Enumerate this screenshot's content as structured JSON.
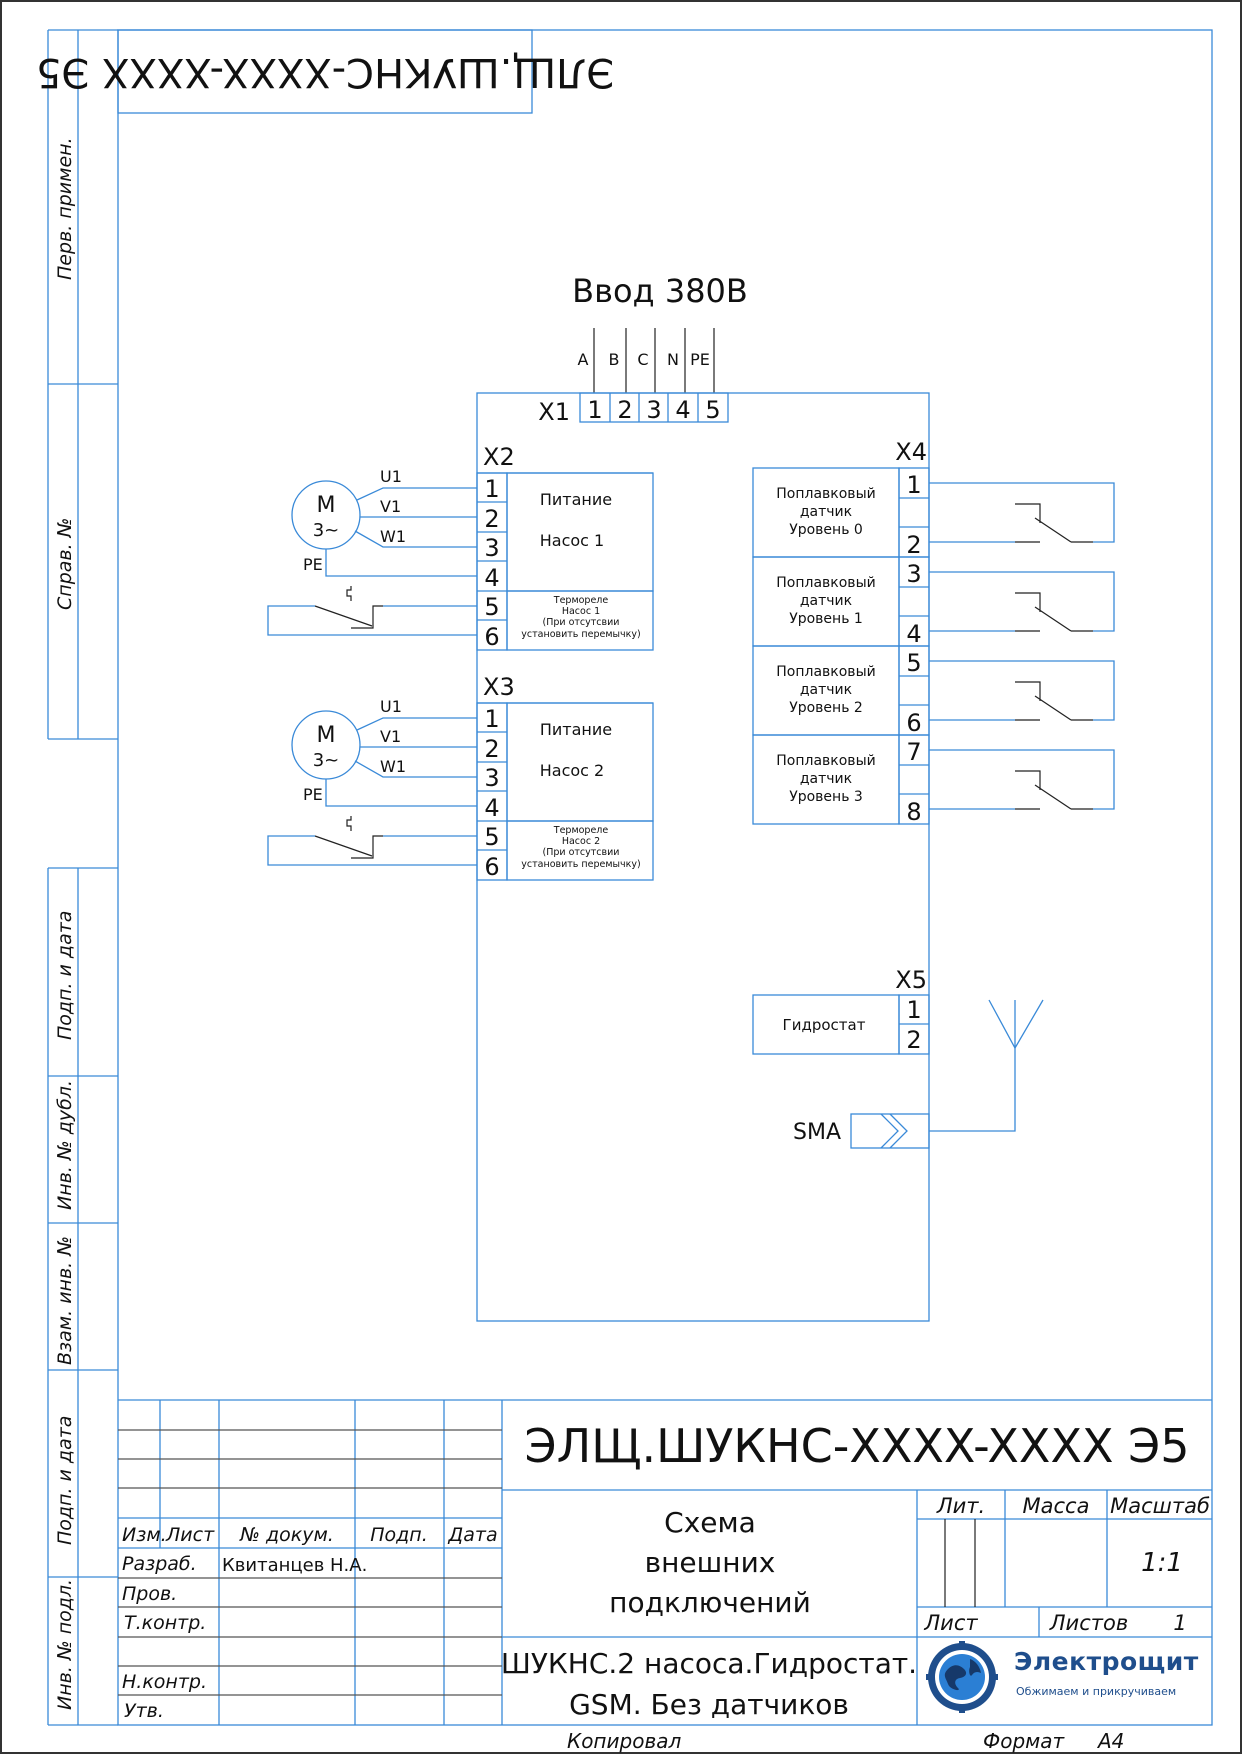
{
  "stamp_rotated": "ЭЛЩ.ШУКНС-XXXX-XXXX Э5",
  "side_labels": {
    "perv_primen": "Перв. примен.",
    "sprav_no": "Справ. №",
    "podp_data_1": "Подп. и дата",
    "inv_dubl": "Инв. № дубл.",
    "vzam_inv": "Взам. инв. №",
    "podp_data_2": "Подп. и дата",
    "inv_podl": "Инв. № подл."
  },
  "input": {
    "title": "Ввод 380В",
    "connector": "X1",
    "phases": [
      "A",
      "B",
      "C",
      "N",
      "PE"
    ],
    "pins": [
      "1",
      "2",
      "3",
      "4",
      "5"
    ]
  },
  "pump1": {
    "connector": "X2",
    "motor_label": "M",
    "motor_sub": "3~",
    "wires": [
      "U1",
      "V1",
      "W1"
    ],
    "pe": "PE",
    "pins": [
      "1",
      "2",
      "3",
      "4",
      "5",
      "6"
    ],
    "power_label_1": "Питание",
    "power_label_2": "Насос 1",
    "thermo_lines": [
      "Термореле",
      "Насос 1",
      "(При отсутсвии",
      "установить перемычку)"
    ]
  },
  "pump2": {
    "connector": "X3",
    "motor_label": "M",
    "motor_sub": "3~",
    "wires": [
      "U1",
      "V1",
      "W1"
    ],
    "pe": "PE",
    "pins": [
      "1",
      "2",
      "3",
      "4",
      "5",
      "6"
    ],
    "power_label_1": "Питание",
    "power_label_2": "Насос 2",
    "thermo_lines": [
      "Термореле",
      "Насос 2",
      "(При отсутсвии",
      "установить перемычку)"
    ]
  },
  "float_sensors": {
    "connector": "X4",
    "items": [
      {
        "lines": [
          "Поплавковый",
          "датчик",
          "Уровень 0"
        ],
        "pins": [
          "1",
          "2"
        ]
      },
      {
        "lines": [
          "Поплавковый",
          "датчик",
          "Уровень 1"
        ],
        "pins": [
          "3",
          "4"
        ]
      },
      {
        "lines": [
          "Поплавковый",
          "датчик",
          "Уровень 2"
        ],
        "pins": [
          "5",
          "6"
        ]
      },
      {
        "lines": [
          "Поплавковый",
          "датчик",
          "Уровень 3"
        ],
        "pins": [
          "7",
          "8"
        ]
      }
    ]
  },
  "hydrostat": {
    "connector": "X5",
    "label": "Гидростат",
    "pins": [
      "1",
      "2"
    ]
  },
  "antenna": {
    "connector_label": "SMA"
  },
  "title_block": {
    "doc_code": "ЭЛЩ.ШУКНС-XXXX-XXXX Э5",
    "headers": [
      "Изм.",
      "Лист",
      "№ докум.",
      "Подп.",
      "Дата"
    ],
    "roles": [
      "Разраб.",
      "Пров.",
      "Т.контр.",
      "",
      "Н.контр.",
      "Утв."
    ],
    "developer_name": "Квитанцев Н.А.",
    "doc_title_lines": [
      "Схема",
      "внешних",
      "подключений"
    ],
    "lit_label": "Лит.",
    "mass_label": "Масса",
    "scale_label": "Масштаб",
    "scale_value": "1:1",
    "sheet_label": "Лист",
    "sheets_label": "Листов",
    "sheets_value": "1",
    "product_lines": [
      "ШУКНС.2 насоса.Гидростат.",
      "GSM. Без датчиков"
    ],
    "copied_label": "Копировал",
    "format_label": "Формат",
    "format_value": "А4"
  },
  "logo": {
    "title": "Электрощит",
    "subtitle": "Обжимаем и прикручиваем",
    "brand_color": "#1f4e8c"
  },
  "colors": {
    "frame_line": "#3a8ad8",
    "wire_black": "#222222"
  }
}
